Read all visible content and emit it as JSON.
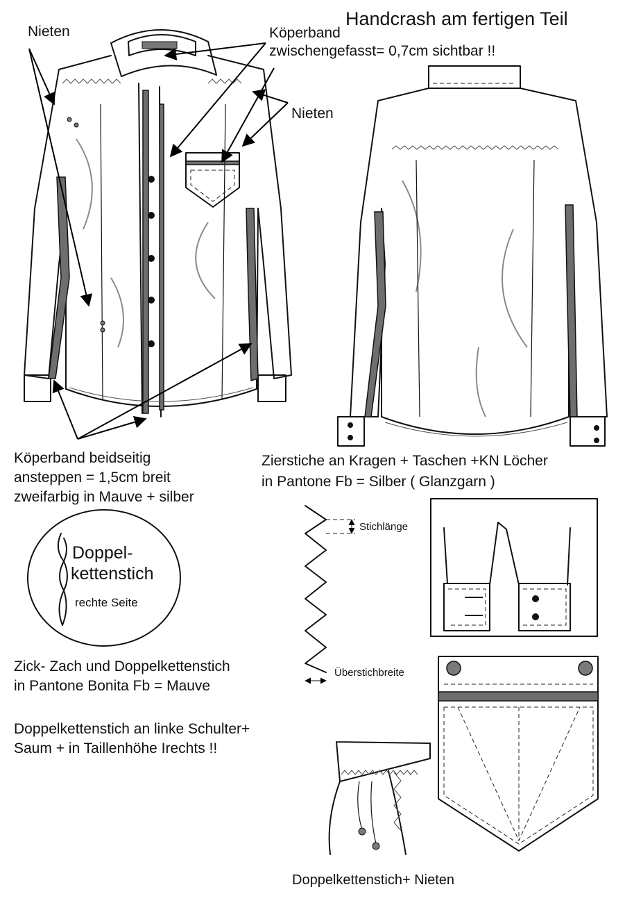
{
  "title": "Handcrash am fertigen Teil",
  "labels": {
    "nieten_left": "Nieten",
    "koeperband_title": "Köperband",
    "koeperband_detail": "zwischengefasst= 0,7cm  sichtbar !!",
    "nieten_right": "Nieten",
    "koeperband_note": [
      "Köperband beidseitig",
      "ansteppen = 1,5cm breit",
      "zweifarbig in Mauve + silber"
    ],
    "zierstiche_note": [
      "Zierstiche an Kragen + Taschen +KN Löcher",
      "in Pantone Fb = Silber ( Glanzgarn )"
    ],
    "legend_title": [
      "Doppel-",
      "kettenstich"
    ],
    "legend_subtitle": "rechte Seite",
    "stichlaenge": "Stichlänge",
    "ueberstichbreite": "Überstichbreite",
    "zickzack_note": [
      "Zick- Zach und Doppelkettenstich",
      "in Pantone  Bonita Fb = Mauve"
    ],
    "doppelketten_note": [
      "Doppelkettenstich an linke Schulter+",
      "Saum + in Taillenhöhe Irechts !!"
    ],
    "bottom_caption": "Doppelkettenstich+ Nieten"
  },
  "colors": {
    "ink": "#111111",
    "tape": "#6e6e6e",
    "rivet": "#7a7a7a",
    "stitch_gray": "#8a8a8a"
  }
}
